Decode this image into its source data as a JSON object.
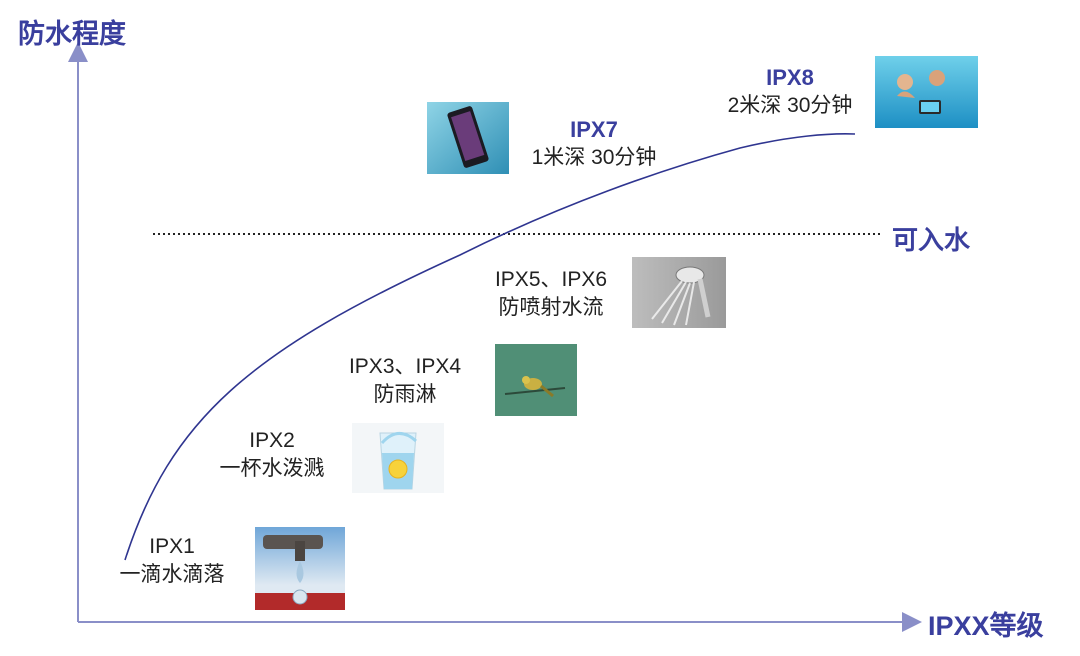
{
  "axes": {
    "y_title": "防水程度",
    "x_title": "IPXX等级"
  },
  "threshold": {
    "label": "可入水"
  },
  "levels": [
    {
      "code": "IPX1",
      "desc": "一滴水滴落",
      "image": "faucet-drop-photo"
    },
    {
      "code": "IPX2",
      "desc": "一杯水泼溅",
      "image": "water-glass-photo"
    },
    {
      "code": "IPX3、IPX4",
      "desc": "防雨淋",
      "image": "bird-in-rain-photo"
    },
    {
      "code": "IPX5、IPX6",
      "desc": "防喷射水流",
      "image": "shower-head-photo"
    },
    {
      "code": "IPX7",
      "desc": "1米深 30分钟",
      "image": "phone-underwater-photo"
    },
    {
      "code": "IPX8",
      "desc": "2米深 30分钟",
      "image": "swimmers-underwater-photo"
    }
  ],
  "colors": {
    "accent": "#3a3f9e",
    "axis": "#8a8fc8",
    "curve": "#2f3590",
    "text": "#222222"
  }
}
